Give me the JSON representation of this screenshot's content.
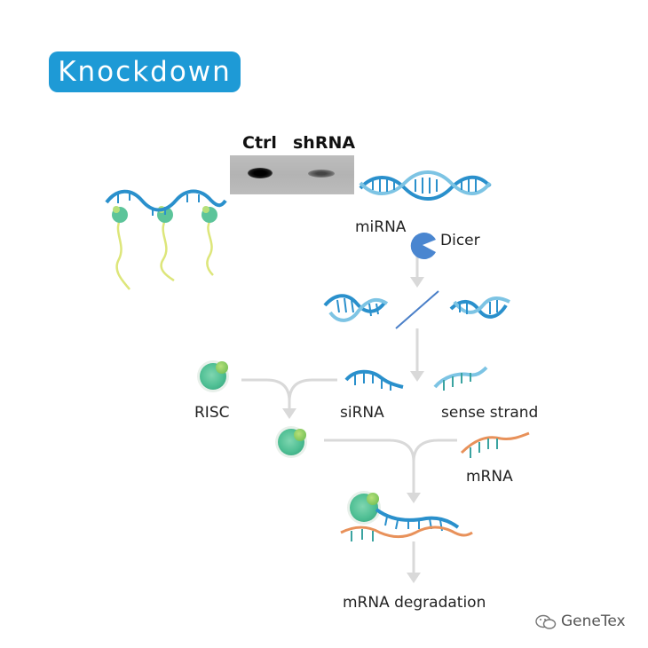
{
  "title": "Knockdown",
  "blot": {
    "lane1": "Ctrl",
    "lane2": "shRNA"
  },
  "labels": {
    "mirna": "miRNA",
    "dicer": "Dicer",
    "risc": "RISC",
    "sirna": "siRNA",
    "sense_strand": "sense strand",
    "mrna": "mRNA",
    "degradation": "mRNA degradation"
  },
  "watermark": "GeneTex",
  "colors": {
    "badge": "#1e9ad6",
    "rna_blue": "#2a90cc",
    "rna_light": "#7dc4e4",
    "rna_teal": "#3aa3a0",
    "mrna_orange": "#e8915a",
    "risc_green": "#5cc49a",
    "arrow_grey": "#d6d6d6",
    "dicer_blue": "#4a86d0",
    "tail_yellow": "#dde67a"
  }
}
